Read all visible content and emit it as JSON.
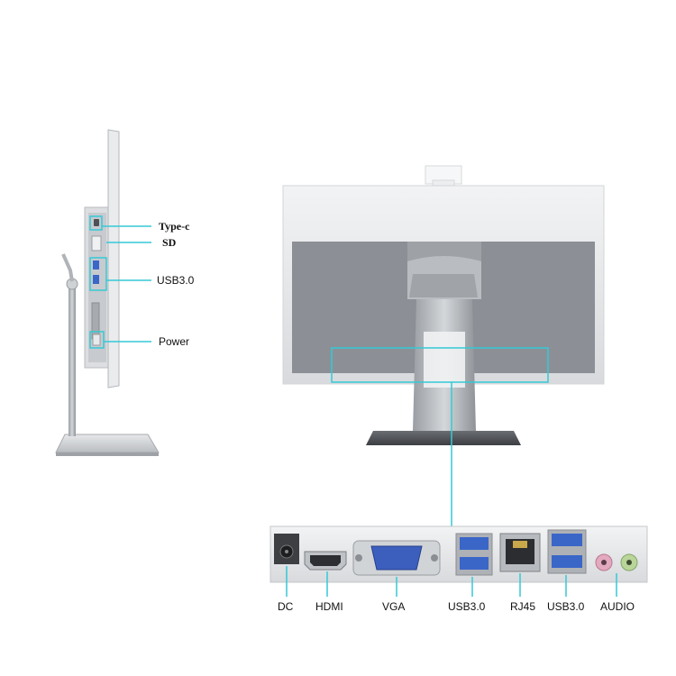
{
  "colors": {
    "callout": "#35c9d6",
    "panel_gray": "#8c9096",
    "metal": "#b4b8bc",
    "dark_metal": "#4a4d52"
  },
  "side_view": {
    "labels": {
      "type_c": "Type-c",
      "sd": "SD",
      "usb": "USB3.0",
      "power": "Power"
    }
  },
  "port_panel": {
    "labels": {
      "dc": "DC",
      "hdmi": "HDMI",
      "vga": "VGA",
      "usb_left": "USB3.0",
      "rj45": "RJ45",
      "usb_right": "USB3.0",
      "audio": "AUDIO"
    }
  }
}
